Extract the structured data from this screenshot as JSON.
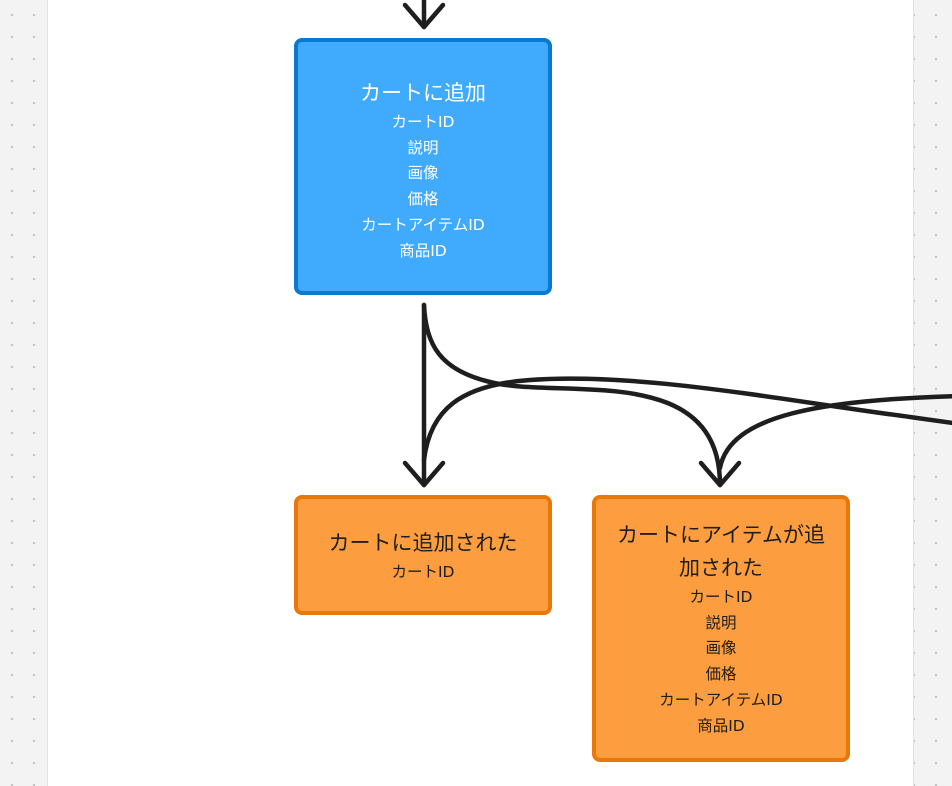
{
  "diagram": {
    "commands": [
      {
        "title": "カートに追加",
        "fields": [
          "カートID",
          "説明",
          "画像",
          "価格",
          "カートアイテムID",
          "商品ID"
        ]
      }
    ],
    "events": [
      {
        "title": "カートに追加された",
        "fields": [
          "カートID"
        ]
      },
      {
        "title": "カートにアイテムが追加された",
        "title_lines": [
          "カートにアイテムが追",
          "加された"
        ],
        "fields": [
          "カートID",
          "説明",
          "画像",
          "価格",
          "カートアイテムID",
          "商品ID"
        ]
      }
    ]
  },
  "colors": {
    "command_fill": "#40aafc",
    "command_border": "#0b79d0",
    "event_fill": "#fc9e40",
    "event_border": "#e8780a",
    "connector": "#1e1e1e",
    "canvas": "#f3f3f3"
  }
}
